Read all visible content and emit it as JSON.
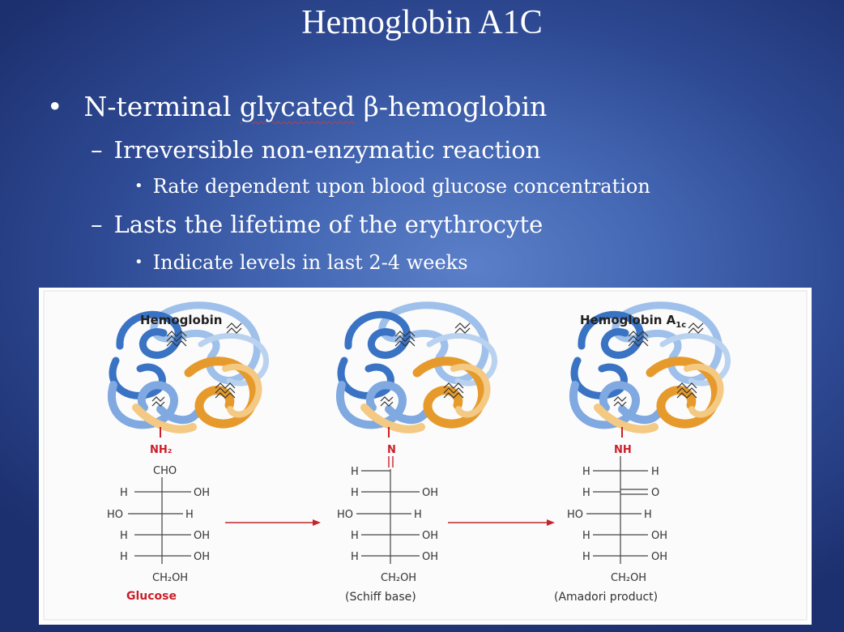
{
  "slide": {
    "title": "Hemoglobin A1C",
    "bullets": {
      "main_prefix": "N-terminal ",
      "main_glycated": "glycated",
      "main_suffix": " β-hemoglobin",
      "sub1": "Irreversible non-enzymatic reaction",
      "sub1_detail": "Rate dependent upon blood glucose concentration",
      "sub2": "Lasts the lifetime of the erythrocyte",
      "sub2_detail": "Indicate levels in last 2-4 weeks"
    },
    "markers": {
      "level1": "•",
      "level2": "–",
      "level3": "•"
    }
  },
  "figure": {
    "label_hemoglobin": "Hemoglobin",
    "label_hba1c_main": "Hemoglobin A",
    "label_hba1c_sub": "1c",
    "glucose": {
      "amine": "NH₂",
      "top": "CHO",
      "caption": "Glucose",
      "rows": [
        {
          "left": "H",
          "right": "OH"
        },
        {
          "left": "HO",
          "right": "H"
        },
        {
          "left": "H",
          "right": "OH"
        },
        {
          "left": "H",
          "right": "OH"
        }
      ],
      "bottom": "CH₂OH"
    },
    "schiff": {
      "amine": "N",
      "top_left": "H",
      "caption": "(Schiff base)",
      "rows": [
        {
          "left": "H",
          "right": "OH"
        },
        {
          "left": "HO",
          "right": "H"
        },
        {
          "left": "H",
          "right": "OH"
        },
        {
          "left": "H",
          "right": "OH"
        }
      ],
      "bottom": "CH₂OH"
    },
    "amadori": {
      "amine": "NH",
      "top_left": "H",
      "top_right": "H",
      "keto_left": "H",
      "keto_right": "O",
      "caption": "(Amadori product)",
      "rows": [
        {
          "left": "HO",
          "right": "H"
        },
        {
          "left": "H",
          "right": "OH"
        },
        {
          "left": "H",
          "right": "OH"
        }
      ],
      "bottom": "CH₂OH"
    },
    "colors": {
      "alpha_blue": "#3a73c4",
      "light_blue": "#9ec0ea",
      "orange": "#e69a2c",
      "light_orange": "#f3c983",
      "red": "#cc1f2a",
      "arrow": "#c0262c"
    }
  }
}
